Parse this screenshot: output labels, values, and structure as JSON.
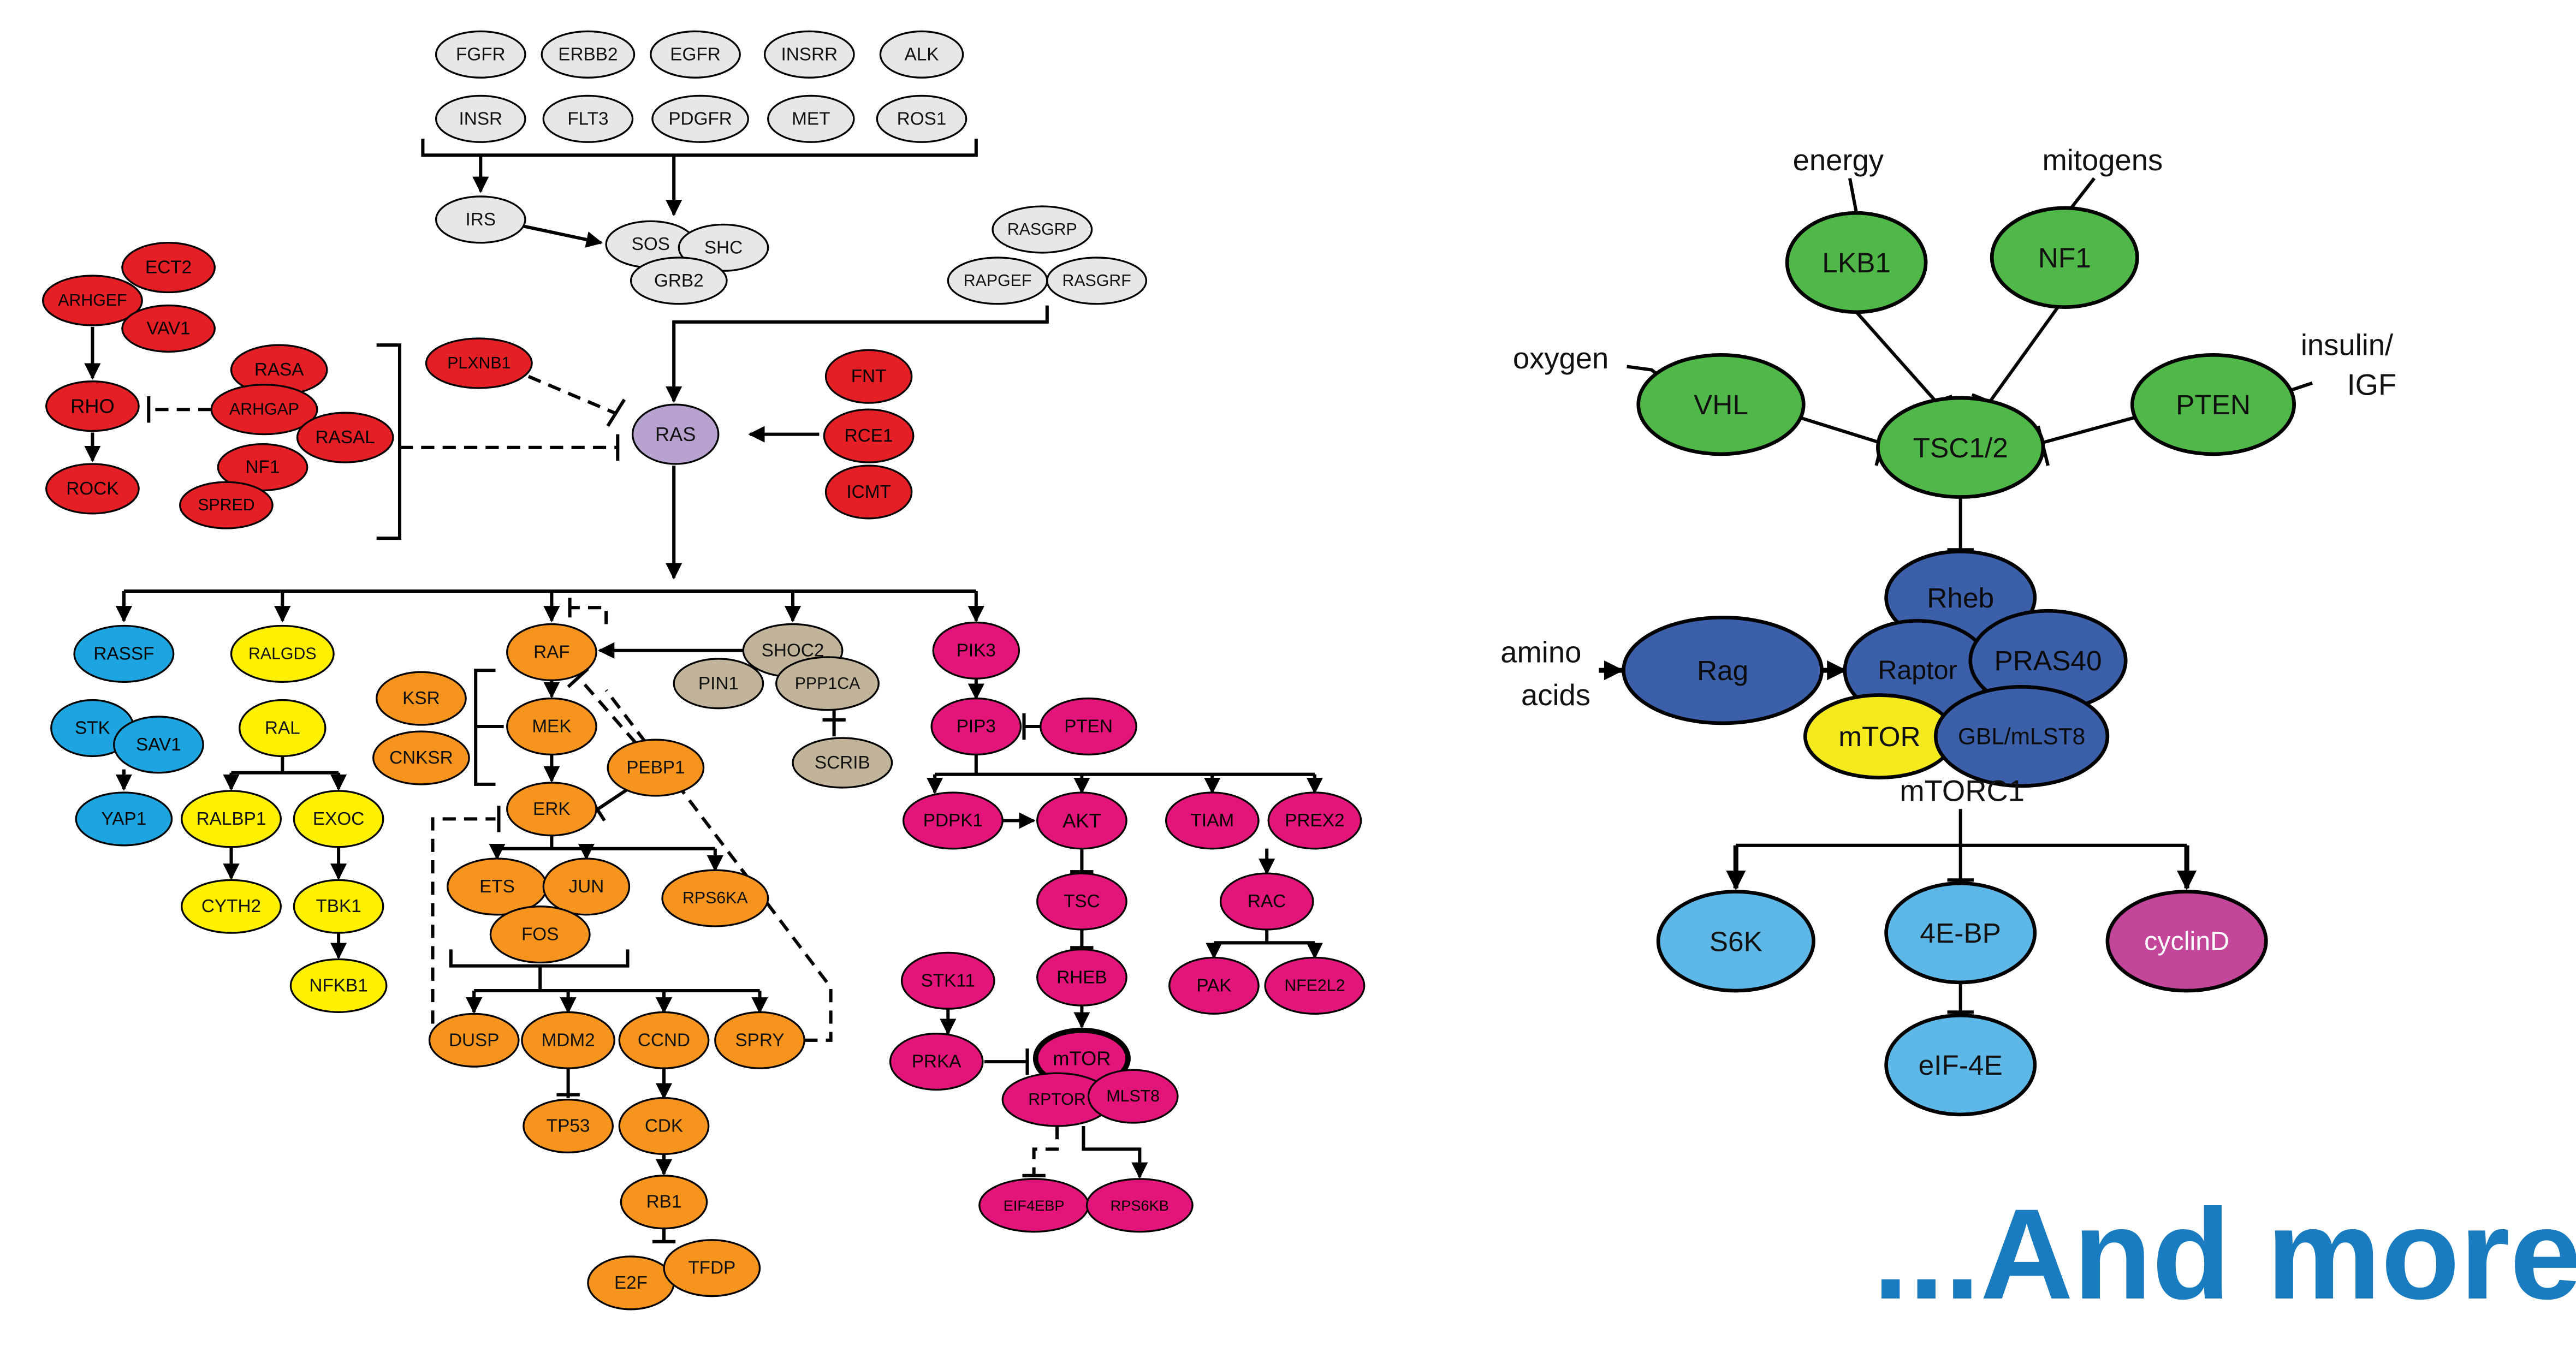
{
  "colors": {
    "red": "#e41f26",
    "yellow": "#fff100",
    "orange": "#f7941d",
    "blue": "#1ca5e0",
    "pink": "#e4157a",
    "gray": "#e6e7e8",
    "tan": "#c2b49a",
    "lilac": "#b8a2cf",
    "green": "#4fb848",
    "navy": "#3c5faa",
    "lightblue": "#5db8e8",
    "magenta": "#c3469a",
    "mtor_yellow": "#f4ea1e",
    "banner": "#1a7cc0"
  },
  "left": {
    "nodes": [
      {
        "id": "fgfr",
        "label": "FGFR",
        "color": "gray"
      },
      {
        "id": "erbb2",
        "label": "ERBB2",
        "color": "gray"
      },
      {
        "id": "egfr",
        "label": "EGFR",
        "color": "gray"
      },
      {
        "id": "insrr",
        "label": "INSRR",
        "color": "gray"
      },
      {
        "id": "alk",
        "label": "ALK",
        "color": "gray"
      },
      {
        "id": "insr",
        "label": "INSR",
        "color": "gray"
      },
      {
        "id": "flt3",
        "label": "FLT3",
        "color": "gray"
      },
      {
        "id": "pdgfr",
        "label": "PDGFR",
        "color": "gray"
      },
      {
        "id": "met",
        "label": "MET",
        "color": "gray"
      },
      {
        "id": "ros1",
        "label": "ROS1",
        "color": "gray"
      },
      {
        "id": "irs",
        "label": "IRS",
        "color": "gray"
      },
      {
        "id": "sos",
        "label": "SOS",
        "color": "gray"
      },
      {
        "id": "shc",
        "label": "SHC",
        "color": "gray"
      },
      {
        "id": "grb2",
        "label": "GRB2",
        "color": "gray"
      },
      {
        "id": "rasgrp",
        "label": "RASGRP",
        "color": "gray"
      },
      {
        "id": "rapgef",
        "label": "RAPGEF",
        "color": "gray"
      },
      {
        "id": "rasgrf",
        "label": "RASGRF",
        "color": "gray"
      },
      {
        "id": "ect2",
        "label": "ECT2",
        "color": "red"
      },
      {
        "id": "arhgef",
        "label": "ARHGEF",
        "color": "red"
      },
      {
        "id": "vav1",
        "label": "VAV1",
        "color": "red"
      },
      {
        "id": "rho",
        "label": "RHO",
        "color": "red"
      },
      {
        "id": "rock",
        "label": "ROCK",
        "color": "red"
      },
      {
        "id": "rasa",
        "label": "RASA",
        "color": "red"
      },
      {
        "id": "arhgap",
        "label": "ARHGAP",
        "color": "red"
      },
      {
        "id": "rasal",
        "label": "RASAL",
        "color": "red"
      },
      {
        "id": "nf1",
        "label": "NF1",
        "color": "red"
      },
      {
        "id": "spred",
        "label": "SPRED",
        "color": "red"
      },
      {
        "id": "plxnb1",
        "label": "PLXNB1",
        "color": "red"
      },
      {
        "id": "fnt",
        "label": "FNT",
        "color": "red"
      },
      {
        "id": "rce1",
        "label": "RCE1",
        "color": "red"
      },
      {
        "id": "icmt",
        "label": "ICMT",
        "color": "red"
      },
      {
        "id": "ras",
        "label": "RAS",
        "color": "lilac"
      },
      {
        "id": "rassf",
        "label": "RASSF",
        "color": "blue"
      },
      {
        "id": "stk",
        "label": "STK",
        "color": "blue"
      },
      {
        "id": "sav1",
        "label": "SAV1",
        "color": "blue"
      },
      {
        "id": "yap1",
        "label": "YAP1",
        "color": "blue"
      },
      {
        "id": "ralgds",
        "label": "RALGDS",
        "color": "yellow"
      },
      {
        "id": "ral",
        "label": "RAL",
        "color": "yellow"
      },
      {
        "id": "ralbp1",
        "label": "RALBP1",
        "color": "yellow"
      },
      {
        "id": "exoc",
        "label": "EXOC",
        "color": "yellow"
      },
      {
        "id": "cyth2",
        "label": "CYTH2",
        "color": "yellow"
      },
      {
        "id": "tbk1",
        "label": "TBK1",
        "color": "yellow"
      },
      {
        "id": "nfkb1",
        "label": "NFKB1",
        "color": "yellow"
      },
      {
        "id": "raf",
        "label": "RAF",
        "color": "orange"
      },
      {
        "id": "ksr",
        "label": "KSR",
        "color": "orange"
      },
      {
        "id": "cnksr",
        "label": "CNKSR",
        "color": "orange"
      },
      {
        "id": "mek",
        "label": "MEK",
        "color": "orange"
      },
      {
        "id": "pebp1",
        "label": "PEBP1",
        "color": "orange"
      },
      {
        "id": "erk",
        "label": "ERK",
        "color": "orange"
      },
      {
        "id": "ets",
        "label": "ETS",
        "color": "orange"
      },
      {
        "id": "jun",
        "label": "JUN",
        "color": "orange"
      },
      {
        "id": "fos",
        "label": "FOS",
        "color": "orange"
      },
      {
        "id": "rps6ka",
        "label": "RPS6KA",
        "color": "orange"
      },
      {
        "id": "dusp",
        "label": "DUSP",
        "color": "orange"
      },
      {
        "id": "mdm2",
        "label": "MDM2",
        "color": "orange"
      },
      {
        "id": "ccnd",
        "label": "CCND",
        "color": "orange"
      },
      {
        "id": "spry",
        "label": "SPRY",
        "color": "orange"
      },
      {
        "id": "tp53",
        "label": "TP53",
        "color": "orange"
      },
      {
        "id": "cdk",
        "label": "CDK",
        "color": "orange"
      },
      {
        "id": "rb1",
        "label": "RB1",
        "color": "orange"
      },
      {
        "id": "e2f",
        "label": "E2F",
        "color": "orange"
      },
      {
        "id": "tfdp",
        "label": "TFDP",
        "color": "orange"
      },
      {
        "id": "shoc2",
        "label": "SHOC2",
        "color": "tan"
      },
      {
        "id": "pin1",
        "label": "PIN1",
        "color": "tan"
      },
      {
        "id": "ppp1ca",
        "label": "PPP1CA",
        "color": "tan"
      },
      {
        "id": "scrib",
        "label": "SCRIB",
        "color": "tan"
      },
      {
        "id": "pik3",
        "label": "PIK3",
        "color": "pink"
      },
      {
        "id": "pip3",
        "label": "PIP3",
        "color": "pink"
      },
      {
        "id": "pten_l",
        "label": "PTEN",
        "color": "pink"
      },
      {
        "id": "pdpk1",
        "label": "PDPK1",
        "color": "pink"
      },
      {
        "id": "akt",
        "label": "AKT",
        "color": "pink"
      },
      {
        "id": "tiam",
        "label": "TIAM",
        "color": "pink"
      },
      {
        "id": "prex2",
        "label": "PREX2",
        "color": "pink"
      },
      {
        "id": "tsc",
        "label": "TSC",
        "color": "pink"
      },
      {
        "id": "rac",
        "label": "RAC",
        "color": "pink"
      },
      {
        "id": "rheb_l",
        "label": "RHEB",
        "color": "pink"
      },
      {
        "id": "pak",
        "label": "PAK",
        "color": "pink"
      },
      {
        "id": "nfe2l2",
        "label": "NFE2L2",
        "color": "pink"
      },
      {
        "id": "stk11",
        "label": "STK11",
        "color": "pink"
      },
      {
        "id": "prka",
        "label": "PRKA",
        "color": "pink"
      },
      {
        "id": "mtor_l",
        "label": "mTOR",
        "color": "pink"
      },
      {
        "id": "rptor",
        "label": "RPTOR",
        "color": "pink"
      },
      {
        "id": "mlst8",
        "label": "MLST8",
        "color": "pink"
      },
      {
        "id": "eif4ebp",
        "label": "EIF4EBP",
        "color": "pink"
      },
      {
        "id": "rps6kb",
        "label": "RPS6KB",
        "color": "pink"
      }
    ]
  },
  "right": {
    "nodes": [
      {
        "id": "lkb1",
        "label": "LKB1",
        "color": "green"
      },
      {
        "id": "nf1_r",
        "label": "NF1",
        "color": "green"
      },
      {
        "id": "vhl",
        "label": "VHL",
        "color": "green"
      },
      {
        "id": "pten_r",
        "label": "PTEN",
        "color": "green"
      },
      {
        "id": "tsc12",
        "label": "TSC1/2",
        "color": "green"
      },
      {
        "id": "rheb_r",
        "label": "Rheb",
        "color": "navy"
      },
      {
        "id": "rag",
        "label": "Rag",
        "color": "navy"
      },
      {
        "id": "raptor",
        "label": "Raptor",
        "color": "navy"
      },
      {
        "id": "pras40",
        "label": "PRAS40",
        "color": "navy"
      },
      {
        "id": "mtor_r",
        "label": "mTOR",
        "color": "mtor_yellow"
      },
      {
        "id": "gbl",
        "label": "GBL/mLST8",
        "color": "navy"
      },
      {
        "id": "s6k",
        "label": "S6K",
        "color": "lightblue"
      },
      {
        "id": "ebp4",
        "label": "4E-BP",
        "color": "lightblue"
      },
      {
        "id": "cyclind",
        "label": "cyclinD",
        "color": "magenta"
      },
      {
        "id": "eif4e",
        "label": "eIF-4E",
        "color": "lightblue"
      }
    ],
    "labels": [
      {
        "id": "energy",
        "text": "energy"
      },
      {
        "id": "mitogens",
        "text": "mitogens"
      },
      {
        "id": "oxygen",
        "text": "oxygen"
      },
      {
        "id": "insulin",
        "text": "insulin/"
      },
      {
        "id": "igf",
        "text": "IGF"
      },
      {
        "id": "amino",
        "text": "amino"
      },
      {
        "id": "acids",
        "text": "acids"
      },
      {
        "id": "mtorc1",
        "text": "mTORC1"
      }
    ]
  },
  "banner": {
    "text": "...And more!"
  }
}
